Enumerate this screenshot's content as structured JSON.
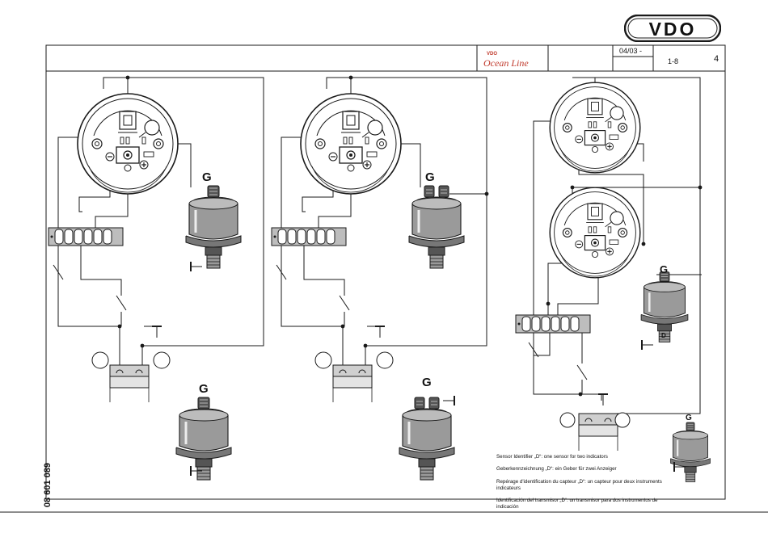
{
  "header": {
    "brand": "VDO",
    "sub_brand_small": "VDO",
    "sub_brand": "Ocean Line",
    "date": "04/03 -",
    "pages": "1-8",
    "page_number": "4"
  },
  "side": {
    "doc_number": "08 601 089"
  },
  "labels": {
    "terminal_g": "G",
    "terminal_d": "D"
  },
  "caption": {
    "lines": [
      "Sensor Identifier „D“: one sensor for two indicators",
      "Geberkennzeichnung „D“: ein Geber für zwei Anzeiger",
      "Repérage d'identification du capteur „D“: un capteur pour deux instruments indicateurs",
      "Identificación del transmisor „D“: un transmisor para dos instrumentos de indicación"
    ]
  },
  "colors": {
    "line": "#1a1a1a",
    "fill_dark": "#555555",
    "fill_mid": "#9a9a9a",
    "fill_light": "#d0d0d0"
  }
}
